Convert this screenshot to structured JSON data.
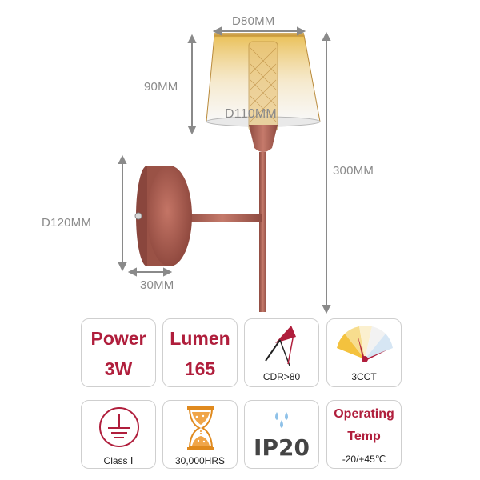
{
  "dimensions": {
    "shade_top": "D80MM",
    "shade_height": "90MM",
    "shade_bottom": "D110MM",
    "total_height": "300MM",
    "backplate": "D120MM",
    "depth": "30MM"
  },
  "specs": {
    "power": {
      "title": "Power",
      "value": "3W"
    },
    "lumen": {
      "title": "Lumen",
      "value": "165"
    },
    "cdr": {
      "label": "CDR>80",
      "icon": "color-rendering-icon"
    },
    "cct": {
      "label": "3CCT",
      "icon": "color-temperature-gauge-icon"
    },
    "class": {
      "label": "Class Ⅰ",
      "icon": "ground-symbol-icon"
    },
    "lifetime": {
      "label": "30,000HRS",
      "icon": "hourglass-icon"
    },
    "ip": {
      "label": "IP20",
      "icon": "water-drops-icon"
    },
    "temp": {
      "line1": "Operating",
      "line2": "Temp",
      "range": "-20/+45℃"
    }
  },
  "colors": {
    "accent": "#b01e3c",
    "lamp_body": "#b5675a",
    "dimension_line": "#8a8a8a"
  }
}
